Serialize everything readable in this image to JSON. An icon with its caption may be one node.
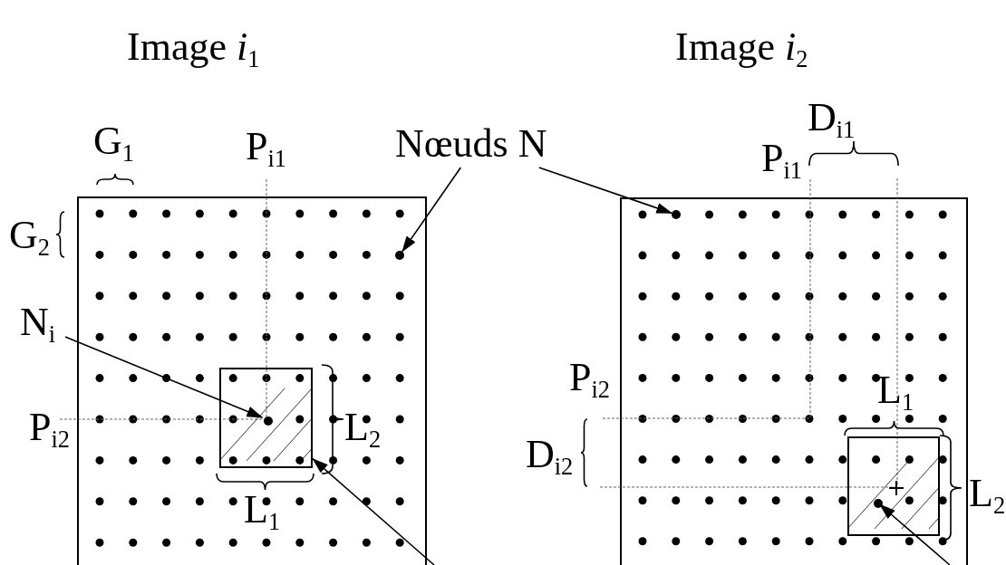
{
  "diagram": {
    "nodes": [
      {
        "text": [
          "Image *i*$_{1}$"
        ]
      },
      {
        "text": [
          "Image *i*$_{2}$"
        ]
      },
      {
        "text": [
          "Nœuds N"
        ]
      },
      {
        "text": [],
        "shape": "circle",
        "in": 0
      },
      {
        "text": [],
        "shape": "circle",
        "in": 1
      },
      {
        "text": [
          "N$_{i}$"
        ]
      },
      {
        "text": [],
        "shape": "box",
        "in": 0
      },
      {
        "text": [],
        "shape": "circle",
        "in": 6
      },
      {
        "text": [],
        "shape": "box",
        "in": 1
      },
      {
        "text": [],
        "shape": "circle",
        "in": 8
      }
    ],
    "edges": [
      {
        "from": 2,
        "to": 3,
        "arrow": "to"
      },
      {
        "from": 2,
        "to": 4,
        "arrow": "to"
      },
      {
        "from": 5,
        "to": 7,
        "arrow": "to"
      },
      {
        "from": null,
        "to": 6,
        "arrow": "to"
      },
      {
        "from": null,
        "to": 9,
        "arrow": "to"
      }
    ],
    "labels": [
      "G$_{1}$",
      "P$_{i1}$",
      "G$_{2}$",
      "P$_{i2}$",
      "L$_{2}$",
      "L$_{1}$",
      "D$_{i1}$",
      "P$_{i1}$",
      "P$_{i2}$",
      "D$_{i2}$",
      "L$_{1}$",
      "L$_{2}$"
    ]
  }
}
